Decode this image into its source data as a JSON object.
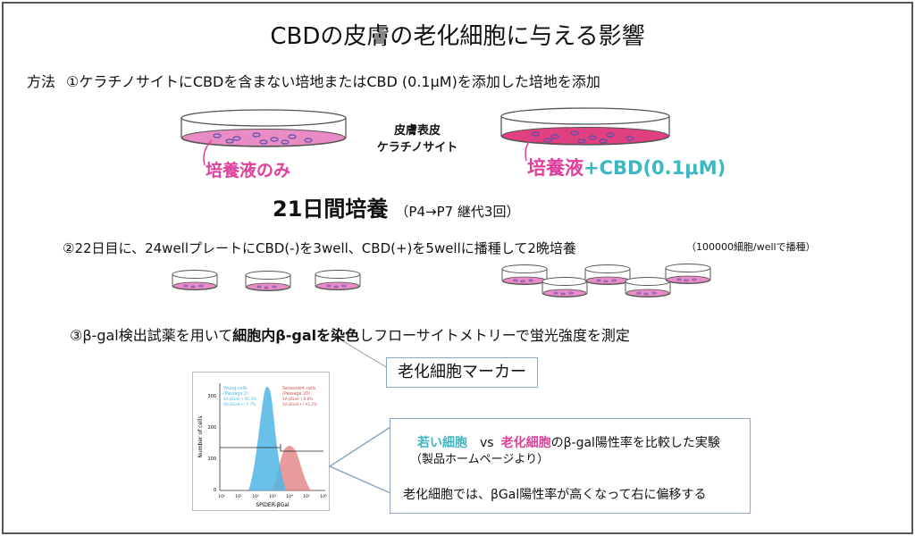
{
  "title": "CBDの皮膚の老化細胞に与える影響",
  "method": {
    "label": "方法",
    "step1": "①ケラチノサイトにCBDを含まない培地またはCBD (0.1μM)を添加した培地を添加"
  },
  "dishes": {
    "center_line1": "皮膚表皮",
    "center_line2": "ケラチノサイト",
    "left_label": "培養液のみ",
    "right_label_part1": "培養液",
    "right_label_part2": "+CBD(0.1μM)"
  },
  "culture": {
    "main": "21日間培養",
    "sub": "（P4→P7 継代3回）"
  },
  "step2": {
    "text": "②22日目に、24wellプレートにCBD(-)を3well、CBD(+)を5wellに播種して2晩培養",
    "note": "（100000細胞/wellで播種）"
  },
  "step3": {
    "pre": "③β-gal検出試薬を用いて",
    "bold": "細胞内β-galを染色",
    "post": "しフローサイトメトリーで蛍光強度を測定"
  },
  "marker_callout": "老化細胞マーカー",
  "histogram": {
    "young_title": "Young cells",
    "young_sub": "(Passage 2)",
    "young_neg": "SA-βGal(-) 90.3%",
    "young_pos": "SA-βGal(+) 7.7%",
    "sen_title": "Senescent cells",
    "sen_sub": "(Passage 20)",
    "sen_neg": "SA-βGal(-) 8.8%",
    "sen_pos": "SA-βGal(+) 91.2%",
    "ylabel": "Number of cells",
    "xlabel": "SPiDER-βGal",
    "yticks": [
      "300",
      "200",
      "100",
      "0"
    ],
    "xticks": [
      "10⁰",
      "10¹",
      "10²",
      "10³",
      "10⁴",
      "10⁵",
      "10⁶"
    ],
    "colors": {
      "young": "#4fb6e6",
      "senescent": "#e07a7a"
    }
  },
  "info": {
    "young": "若い細胞",
    "vs": "vs",
    "old": "老化細胞",
    "rest": "のβ-gal陽性率を比較した実験",
    "source": "（製品ホームページより）",
    "conclusion": "老化細胞では、βGal陽性率が高くなって右に偏移する"
  },
  "colors": {
    "pink": "#e0409b",
    "teal": "#3bb8c4",
    "dish_left_medium": "#e98bc4",
    "dish_right_medium": "#e0407f",
    "callout_border": "#8aa6c8"
  }
}
